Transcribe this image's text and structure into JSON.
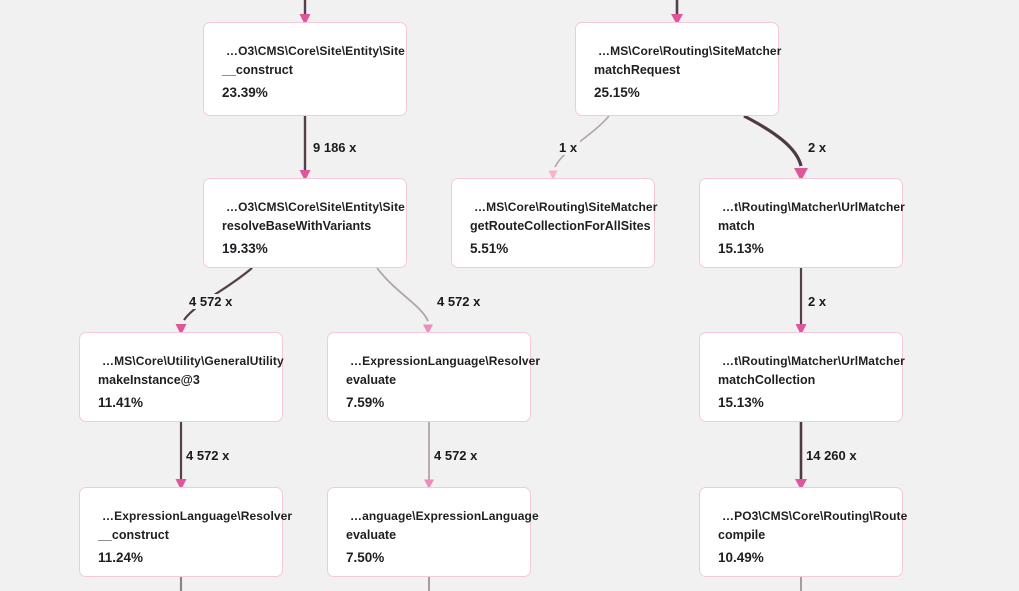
{
  "view": "profiler-call-graph",
  "colors": {
    "background": "#f2f1f2",
    "node_fill": "#ffffff",
    "node_border": "#f6c8d9",
    "edge_dark": "#554049",
    "edge_light": "#b2a4aa",
    "edge_stub_gray": "#9a9198",
    "arrowhead_strong": "#e0569a",
    "arrowhead_medium": "#ee8cba",
    "arrowhead_light": "#f4b3ce",
    "text": "#1f1f23"
  },
  "nodes": [
    {
      "class_label": "…O3\\CMS\\Core\\Site\\Entity\\Site",
      "method": "__construct",
      "percent": "23.39%"
    },
    {
      "class_label": "…MS\\Core\\Routing\\SiteMatcher",
      "method": "matchRequest",
      "percent": "25.15%"
    },
    {
      "class_label": "…O3\\CMS\\Core\\Site\\Entity\\Site",
      "method": "resolveBaseWithVariants",
      "percent": "19.33%"
    },
    {
      "class_label": "…MS\\Core\\Routing\\SiteMatcher",
      "method": "getRouteCollectionForAllSites",
      "percent": "5.51%"
    },
    {
      "class_label": "…t\\Routing\\Matcher\\UrlMatcher",
      "method": "match",
      "percent": "15.13%"
    },
    {
      "class_label": "…MS\\Core\\Utility\\GeneralUtility",
      "method": "makeInstance@3",
      "percent": "11.41%"
    },
    {
      "class_label": "…ExpressionLanguage\\Resolver",
      "method": "evaluate",
      "percent": "7.59%"
    },
    {
      "class_label": "…t\\Routing\\Matcher\\UrlMatcher",
      "method": "matchCollection",
      "percent": "15.13%"
    },
    {
      "class_label": "…ExpressionLanguage\\Resolver",
      "method": "__construct",
      "percent": "11.24%"
    },
    {
      "class_label": "…anguage\\ExpressionLanguage",
      "method": "evaluate",
      "percent": "7.50%"
    },
    {
      "class_label": "…PO3\\CMS\\Core\\Routing\\Route",
      "method": "compile",
      "percent": "10.49%"
    }
  ],
  "edges": [
    {
      "from": "offscreen-top",
      "to": "Site::__construct",
      "count": ""
    },
    {
      "from": "offscreen-top",
      "to": "SiteMatcher::matchRequest",
      "count": ""
    },
    {
      "from": "Site::__construct",
      "to": "Site::resolveBaseWithVariants",
      "count": "9 186 x"
    },
    {
      "from": "SiteMatcher::matchRequest",
      "to": "SiteMatcher::getRouteCollectionForAllSites",
      "count": "1 x"
    },
    {
      "from": "SiteMatcher::matchRequest",
      "to": "UrlMatcher::match",
      "count": "2 x"
    },
    {
      "from": "Site::resolveBaseWithVariants",
      "to": "GeneralUtility::makeInstance@3",
      "count": "4 572 x"
    },
    {
      "from": "Site::resolveBaseWithVariants",
      "to": "Resolver::evaluate",
      "count": "4 572 x"
    },
    {
      "from": "UrlMatcher::match",
      "to": "UrlMatcher::matchCollection",
      "count": "2 x"
    },
    {
      "from": "GeneralUtility::makeInstance@3",
      "to": "Resolver::__construct",
      "count": "4 572 x"
    },
    {
      "from": "Resolver::evaluate",
      "to": "ExpressionLanguage::evaluate",
      "count": "4 572 x"
    },
    {
      "from": "UrlMatcher::matchCollection",
      "to": "Route::compile",
      "count": "14 260 x"
    }
  ]
}
